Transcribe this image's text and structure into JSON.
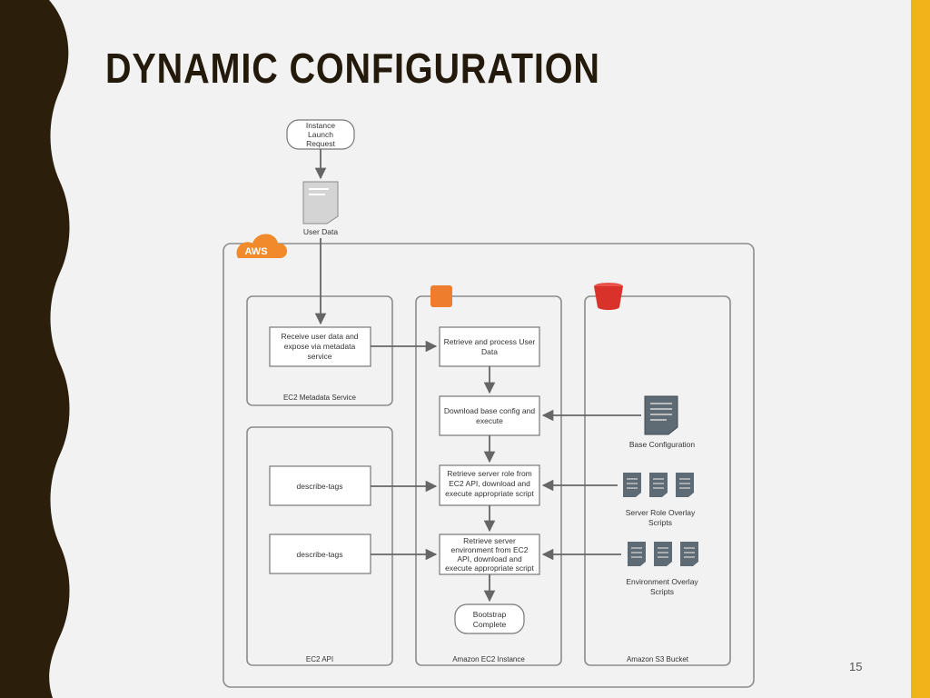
{
  "slide": {
    "title": "DYNAMIC CONFIGURATION",
    "page_number": "15",
    "colors": {
      "background": "#f2f2f2",
      "side_dark": "#2b1f0c",
      "accent_gold": "#f2b219",
      "title_color": "#241a0b"
    }
  },
  "diagram": {
    "launch_request": [
      "Instance",
      "Launch",
      "Request"
    ],
    "user_data_label": "User Data",
    "aws_badge": "AWS",
    "panels": {
      "metadata": "EC2 Metadata Service",
      "ec2_api": "EC2 API",
      "instance": "Amazon EC2 Instance",
      "s3": "Amazon S3 Bucket"
    },
    "boxes": {
      "receive": [
        "Receive user data and",
        "expose via metadata",
        "service"
      ],
      "retrieve_user_data": [
        "Retrieve and process User",
        "Data"
      ],
      "download_base": [
        "Download base config and",
        "execute"
      ],
      "retrieve_role": [
        "Retrieve server role from",
        "EC2 API, download and",
        "execute appropriate script"
      ],
      "retrieve_env": [
        "Retrieve server",
        "environment from EC2",
        "API, download and",
        "execute appropriate script"
      ],
      "describe_tags_1": "describe-tags",
      "describe_tags_2": "describe-tags",
      "bootstrap": [
        "Bootstrap",
        "Complete"
      ]
    },
    "s3_items": {
      "base_config": "Base Configuration",
      "role_scripts": [
        "Server Role Overlay",
        "Scripts"
      ],
      "env_scripts": [
        "Environment Overlay",
        "Scripts"
      ]
    },
    "icons": {
      "user_data": "document-icon",
      "ec2": "ec2-instance-icon",
      "s3": "s3-bucket-icon",
      "base_config": "document-icon",
      "scripts": "document-stack-icon"
    },
    "colors": {
      "aws_orange": "#f18a2b",
      "ec2_orange": "#ee7d2e",
      "s3_red": "#d9322b"
    }
  }
}
